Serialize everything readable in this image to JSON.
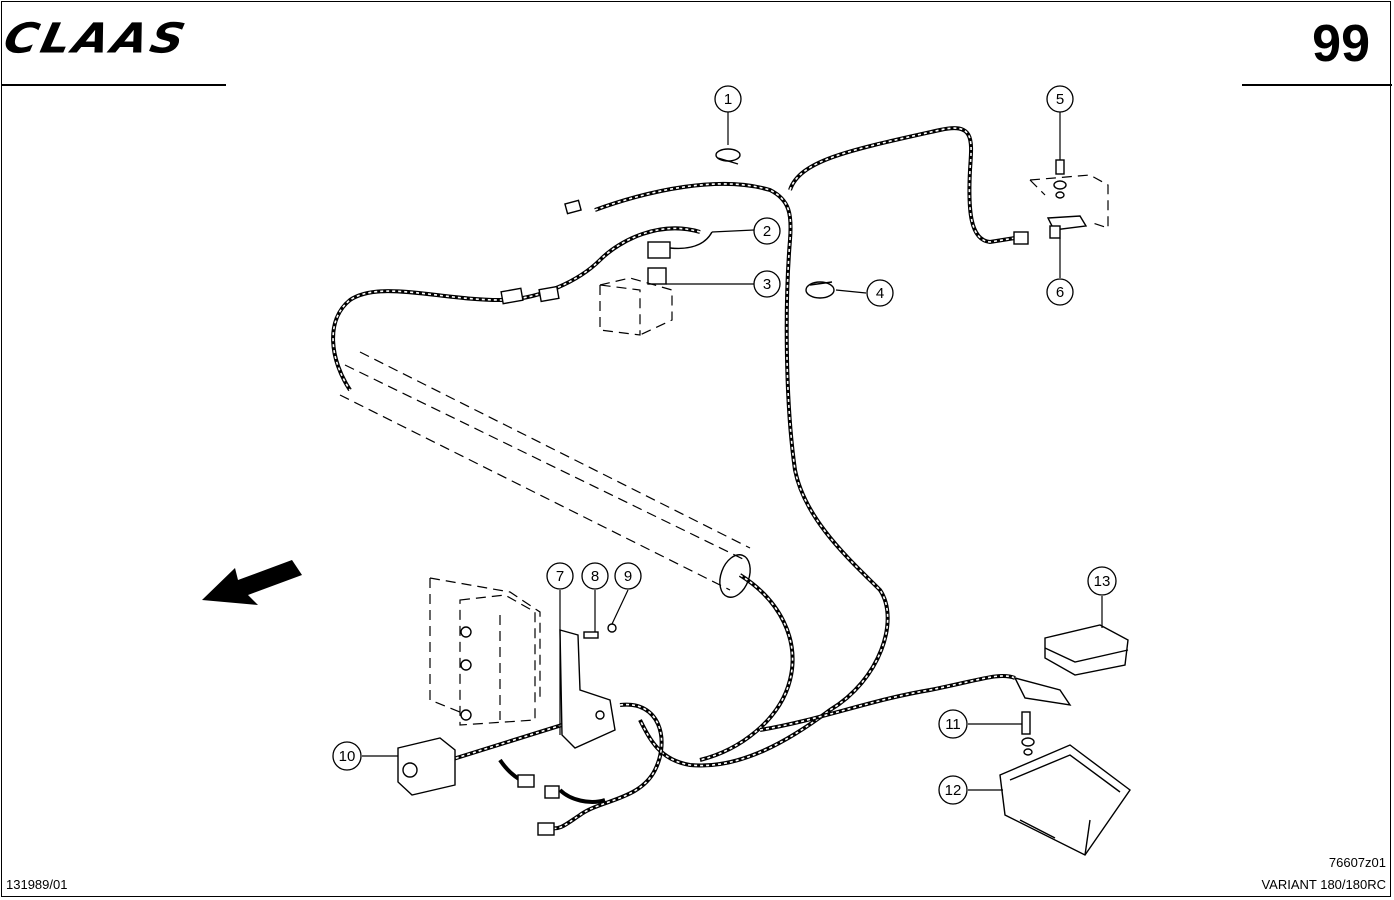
{
  "header": {
    "brand": "CLAAS",
    "page_number": "99"
  },
  "footer": {
    "doc_code": "131989/01",
    "drawing_code": "76607z01",
    "model": "VARIANT 180/180RC"
  },
  "callouts": [
    "1",
    "2",
    "3",
    "4",
    "5",
    "6",
    "7",
    "8",
    "9",
    "10",
    "11",
    "12",
    "13"
  ]
}
